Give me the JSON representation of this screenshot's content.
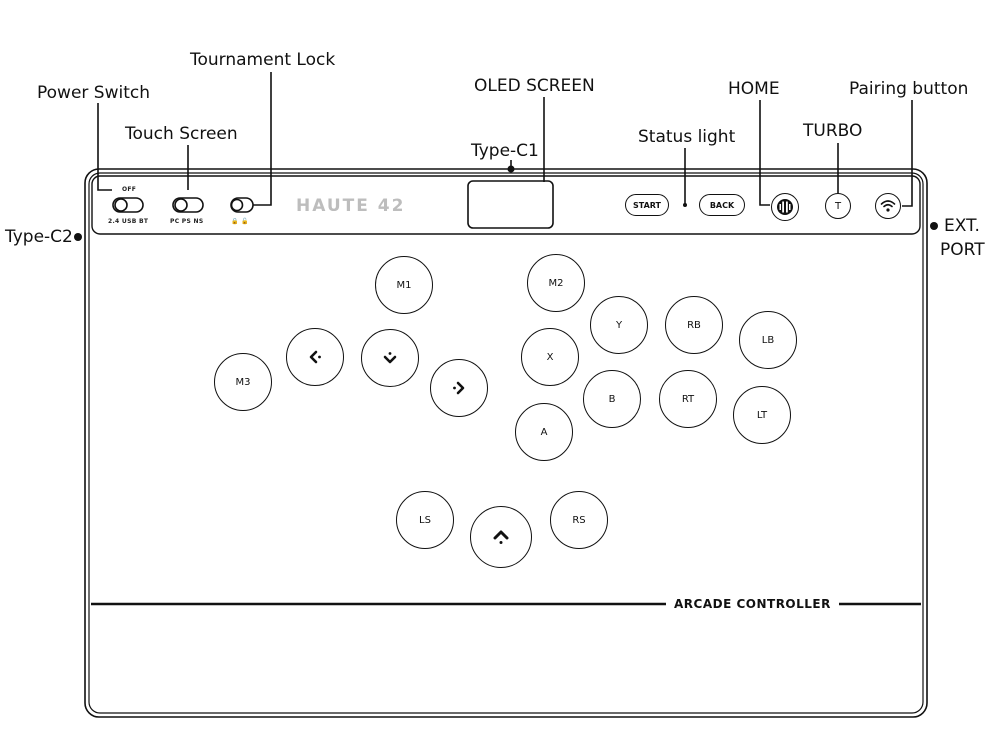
{
  "callouts": {
    "power_switch": "Power Switch",
    "tournament_lock": "Tournament Lock",
    "touch_screen": "Touch Screen",
    "oled_screen": "OLED SCREEN",
    "type_c1": "Type-C1",
    "status_light": "Status light",
    "home": "HOME",
    "turbo": "TURBO",
    "pairing_button": "Pairing button",
    "type_c2": "Type-C2",
    "ext_port_line1": "EXT.",
    "ext_port_line2": "PORT"
  },
  "switches": {
    "power_top": "OFF",
    "power_bottom": "2.4  USB  BT",
    "touch_bottom": "PC  PS  NS",
    "lock_bottom": "🔒  🔓"
  },
  "brand": "HAUTE 42",
  "top_buttons": {
    "start": "START",
    "back": "BACK",
    "turbo": "T"
  },
  "face_buttons": {
    "m1": "M1",
    "m2": "M2",
    "m3": "M3",
    "y": "Y",
    "x": "X",
    "a": "A",
    "b": "B",
    "rb": "RB",
    "lb": "LB",
    "rt": "RT",
    "lt": "LT",
    "ls": "LS",
    "rs": "RS",
    "left": "‹",
    "down": "⌄",
    "right": "›",
    "up": "⌃"
  },
  "tagline": "ARCADE CONTROLLER",
  "icons": {
    "home": "home-logo-icon",
    "pairing": "wifi-icon",
    "connector": "dot-icon"
  }
}
